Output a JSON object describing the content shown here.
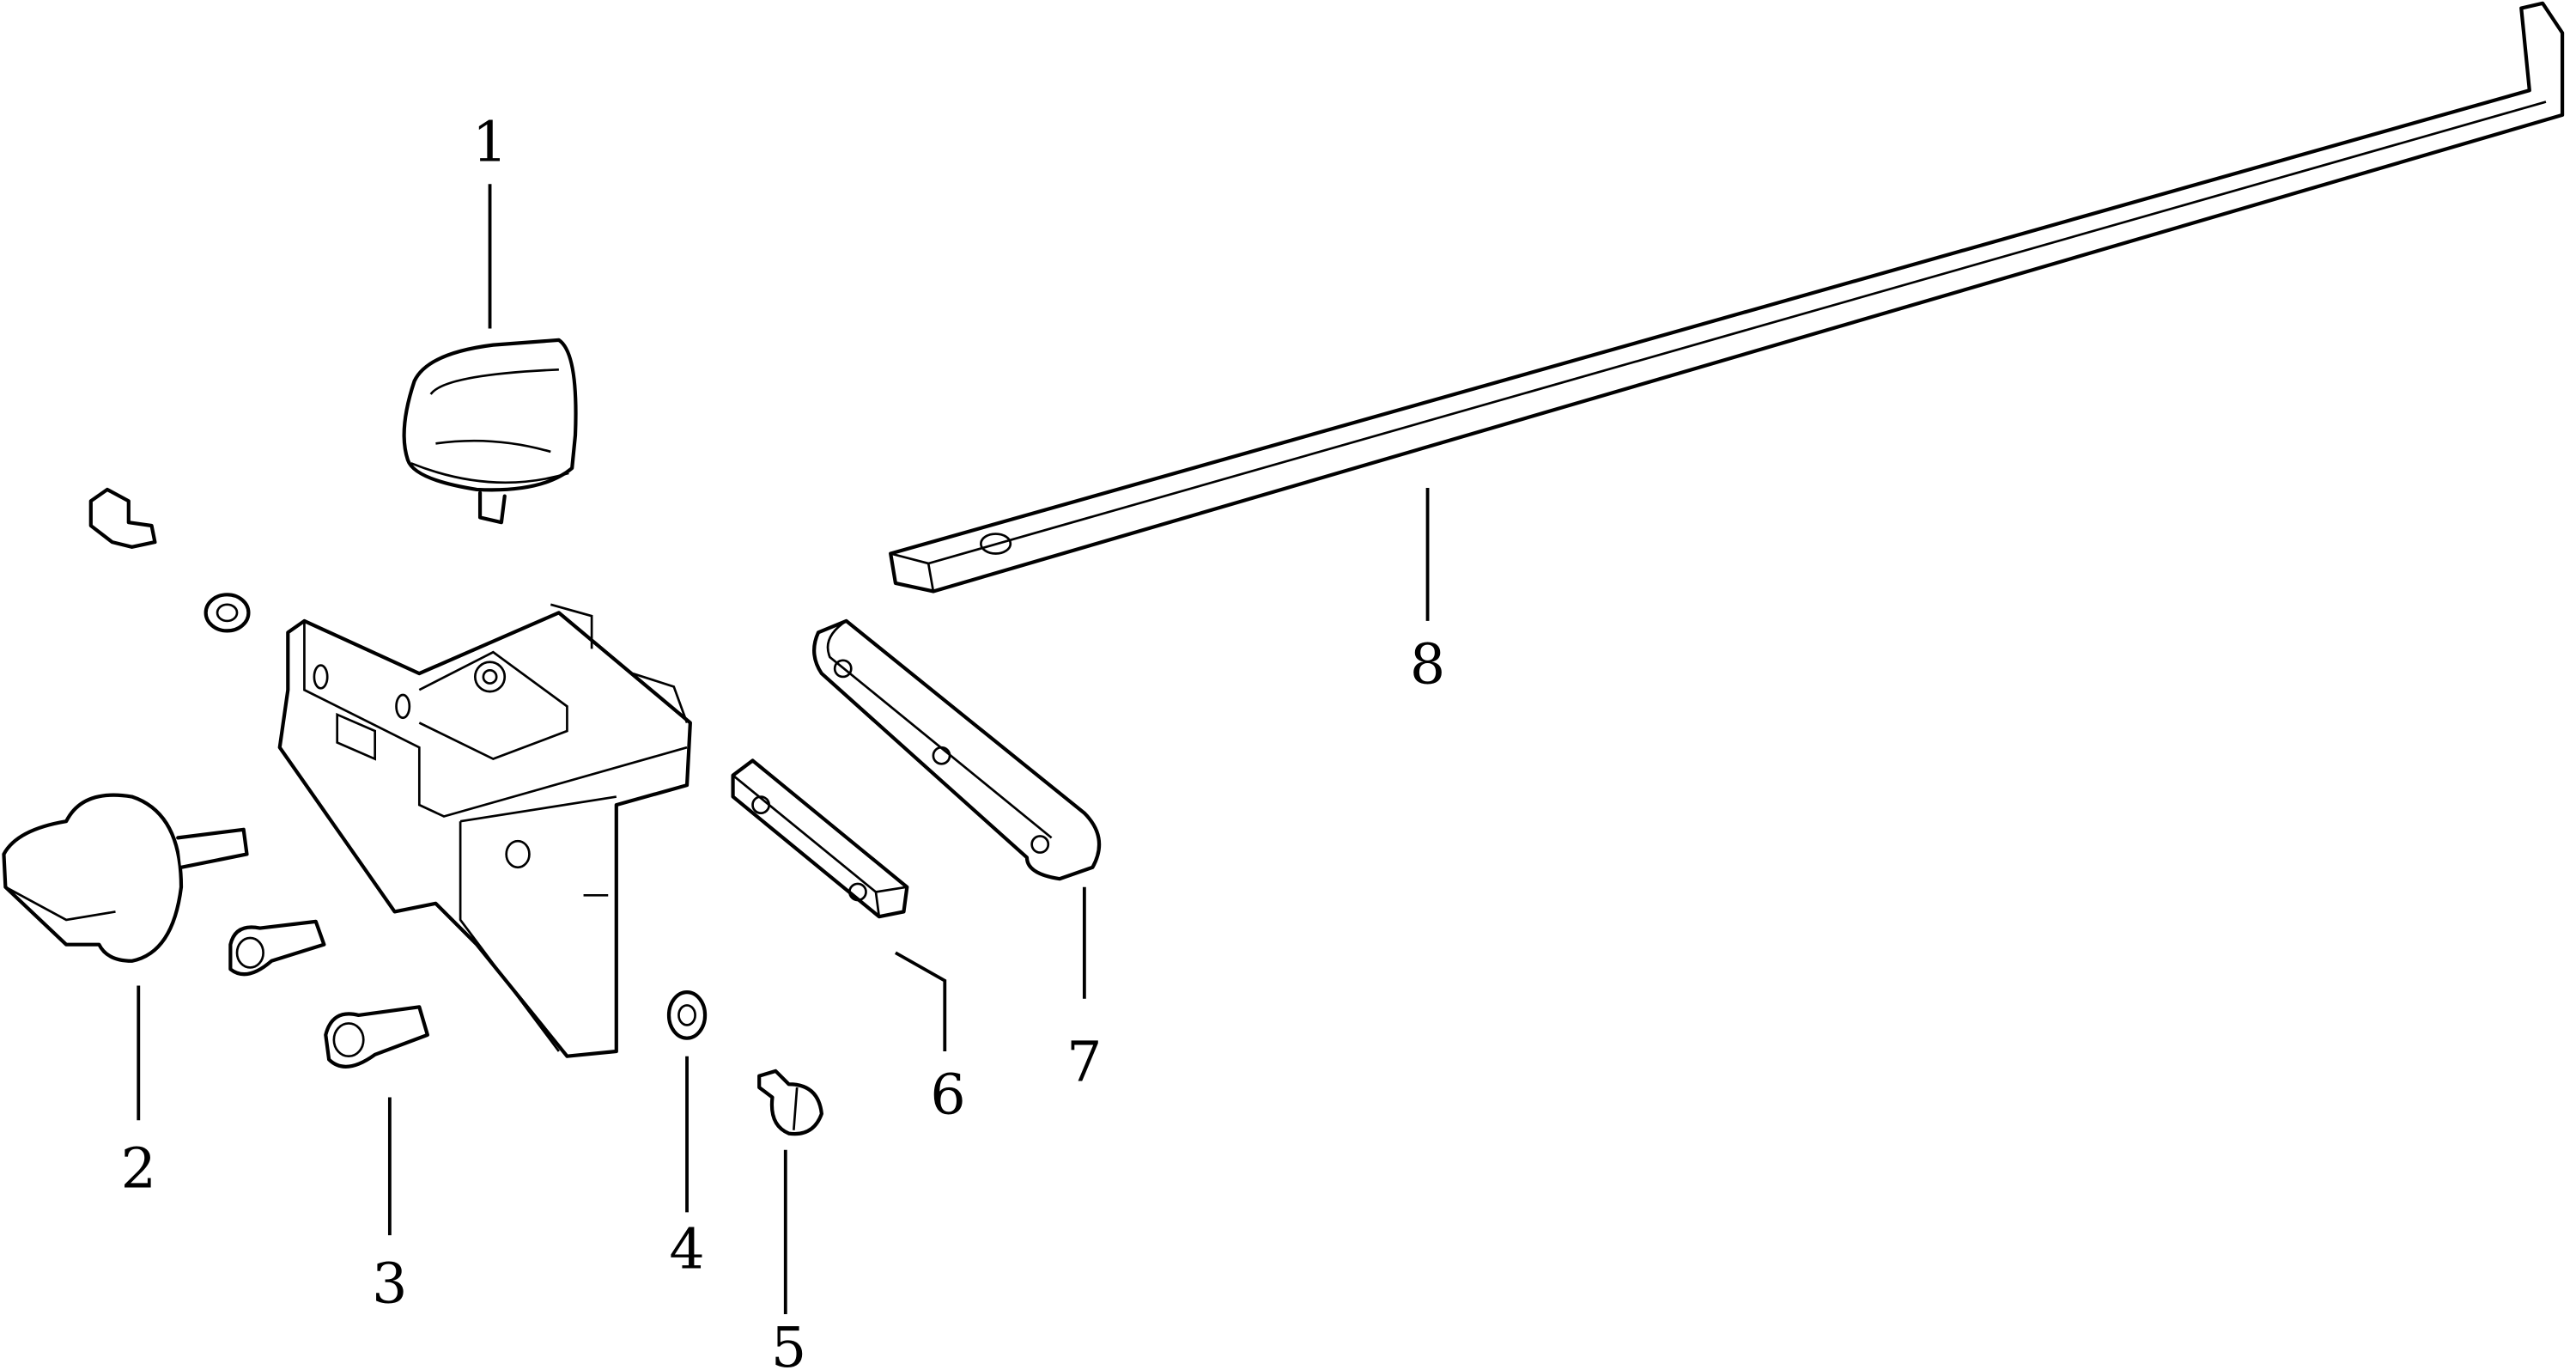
{
  "diagram": {
    "type": "exploded parts diagram",
    "callouts": [
      {
        "number": "1",
        "part": "knob-top"
      },
      {
        "number": "2",
        "part": "wing-knob"
      },
      {
        "number": "3",
        "part": "socket-screw"
      },
      {
        "number": "4",
        "part": "washer"
      },
      {
        "number": "5",
        "part": "slotted-screw"
      },
      {
        "number": "6",
        "part": "short-bar"
      },
      {
        "number": "7",
        "part": "link-plate"
      },
      {
        "number": "8",
        "part": "long-rail"
      }
    ],
    "colors": {
      "line": "#000000",
      "background": "#ffffff"
    }
  }
}
